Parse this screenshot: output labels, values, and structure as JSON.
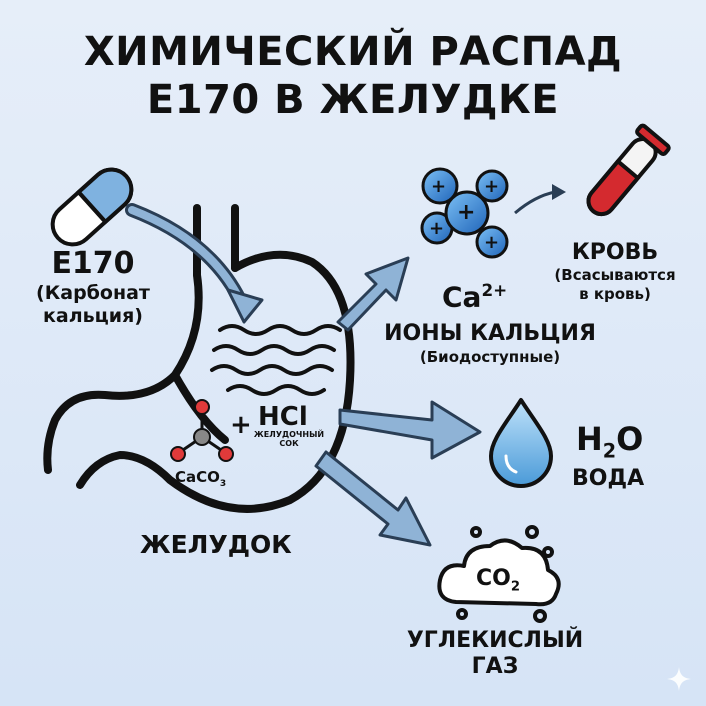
{
  "title": {
    "line1": "ХИМИЧЕСКИЙ РАСПАД",
    "line2": "Е170 В ЖЕЛУДКЕ"
  },
  "e170": {
    "name": "Е170",
    "sub1": "(Карбонат",
    "sub2": "кальция)"
  },
  "stomach": {
    "label": "ЖЕЛУДОК",
    "reaction": {
      "caco3": "CaCO",
      "caco3_sub": "3",
      "plus": "+",
      "hcl": "HCl",
      "hcl_note1": "ЖЕЛУДОЧНЫЙ",
      "hcl_note2": "СОК"
    }
  },
  "calcium": {
    "formula": "Ca",
    "charge": "2+",
    "name": "ИОНЫ КАЛЬЦИЯ",
    "note": "(Биодоступные)",
    "ion_symbol": "+"
  },
  "blood": {
    "name": "КРОВЬ",
    "note1": "(Всасываются",
    "note2": "в кровь)"
  },
  "water": {
    "formula_h": "H",
    "formula_sub": "2",
    "formula_o": "O",
    "name": "ВОДА"
  },
  "co2": {
    "formula": "CO",
    "formula_sub": "2",
    "name1": "УГЛЕКИСЛЫЙ",
    "name2": "ГАЗ"
  },
  "colors": {
    "background": "#dde8f7",
    "arrow_fill": "#8fb3d6",
    "arrow_stroke": "#2a3e55",
    "ion_blue": "#2f7fd0",
    "blood_red": "#d42a2f",
    "water_blue": "#6fb3e6",
    "capsule_blue": "#7fb2e0"
  },
  "icons": [
    "capsule-icon",
    "stomach-icon",
    "molecule-icon",
    "calcium-ions-icon",
    "test-tube-icon",
    "water-drop-icon",
    "gas-cloud-icon",
    "sparkle-icon"
  ]
}
